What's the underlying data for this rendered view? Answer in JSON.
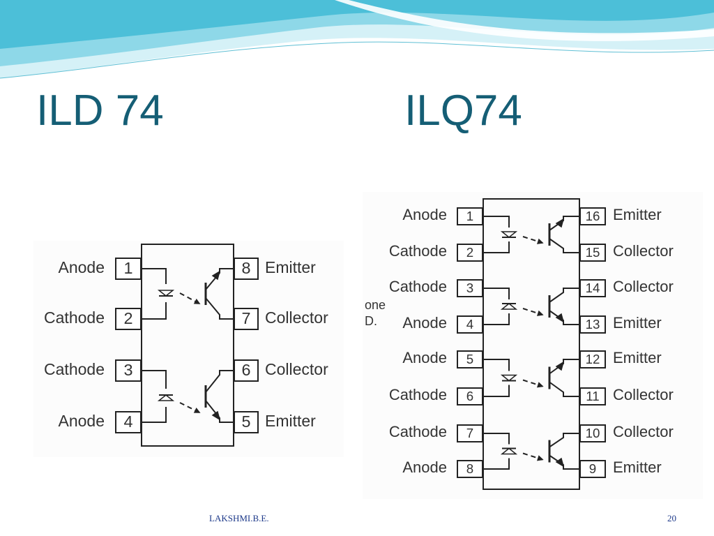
{
  "slide": {
    "titles": {
      "left": "ILD 74",
      "right": "ILQ74"
    },
    "footer": {
      "author": "LAKSHMI.B.E.",
      "page": "20"
    },
    "colors": {
      "title": "#155e75",
      "banner_light": "#bfeaf2",
      "banner_dark": "#4cc3dc",
      "line": "#222222"
    }
  },
  "ild74": {
    "left_pins": [
      {
        "number": "1",
        "label": "Anode"
      },
      {
        "number": "2",
        "label": "Cathode"
      },
      {
        "number": "3",
        "label": "Cathode"
      },
      {
        "number": "4",
        "label": "Anode"
      }
    ],
    "right_pins": [
      {
        "number": "8",
        "label": "Emitter"
      },
      {
        "number": "7",
        "label": "Collector"
      },
      {
        "number": "6",
        "label": "Collector"
      },
      {
        "number": "5",
        "label": "Emitter"
      }
    ]
  },
  "ilq74": {
    "note": [
      "one",
      "D."
    ],
    "left_pins": [
      {
        "number": "1",
        "label": "Anode"
      },
      {
        "number": "2",
        "label": "Cathode"
      },
      {
        "number": "3",
        "label": "Cathode"
      },
      {
        "number": "4",
        "label": "Anode"
      },
      {
        "number": "5",
        "label": "Anode"
      },
      {
        "number": "6",
        "label": "Cathode"
      },
      {
        "number": "7",
        "label": "Cathode"
      },
      {
        "number": "8",
        "label": "Anode"
      }
    ],
    "right_pins": [
      {
        "number": "16",
        "label": "Emitter"
      },
      {
        "number": "15",
        "label": "Collector"
      },
      {
        "number": "14",
        "label": "Collector"
      },
      {
        "number": "13",
        "label": "Emitter"
      },
      {
        "number": "12",
        "label": "Emitter"
      },
      {
        "number": "11",
        "label": "Collector"
      },
      {
        "number": "10",
        "label": "Collector"
      },
      {
        "number": "9",
        "label": "Emitter"
      }
    ]
  }
}
